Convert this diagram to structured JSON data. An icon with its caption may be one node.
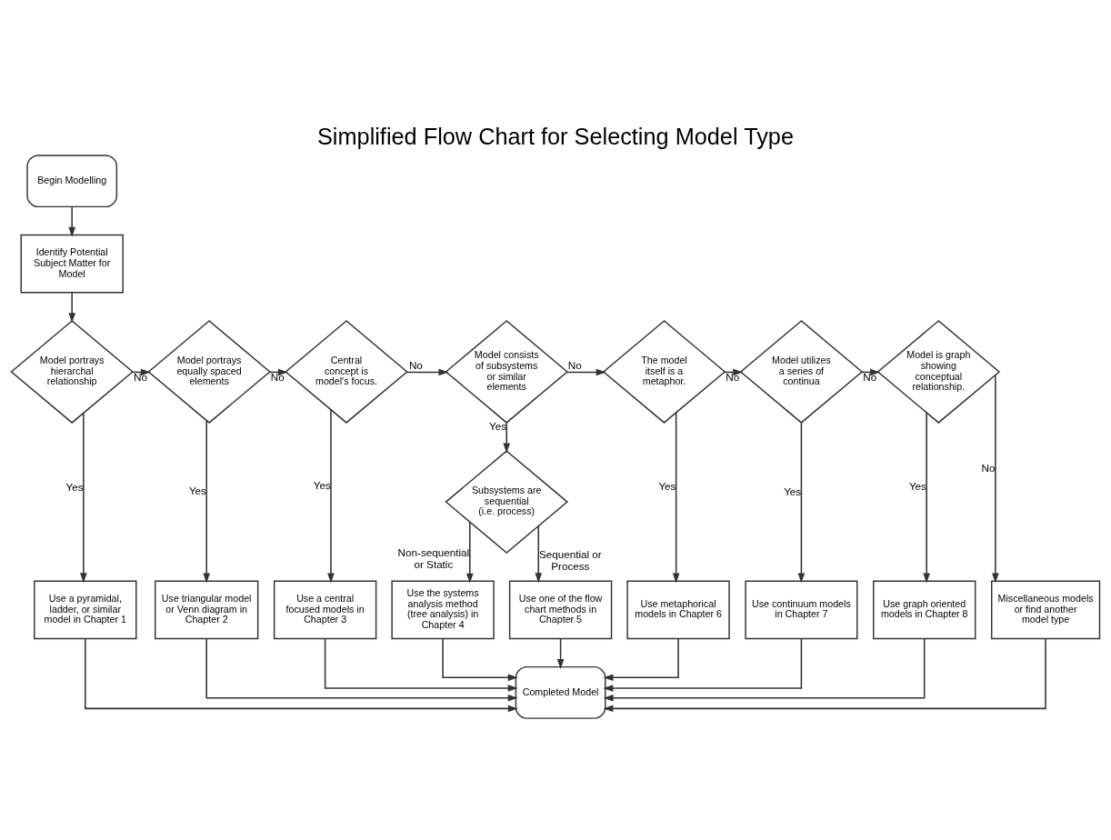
{
  "diagram": {
    "title": "Simplified Flow Chart for Selecting Model Type",
    "nodes": [
      {
        "text": [
          "Begin Modelling"
        ]
      },
      {
        "text": [
          "Identify Potential Subject Matter for Model"
        ]
      },
      {
        "text": [
          "Model portrays hierarchal relationship"
        ]
      },
      {
        "text": [
          "Model portrays equally spaced elements"
        ]
      },
      {
        "text": [
          "Central concept is model's focus."
        ]
      },
      {
        "text": [
          "Model consists of subsystems or similar elements"
        ]
      },
      {
        "text": [
          "The model itself is a metaphor."
        ]
      },
      {
        "text": [
          "Model utilizes a series of continua"
        ]
      },
      {
        "text": [
          "Model is graph showing conceptual relationship."
        ]
      },
      {
        "text": [
          "Subsystems are sequential (i.e. process)"
        ]
      },
      {
        "text": [
          "Use a pyramidal, ladder, or similar model in Chapter 1"
        ]
      },
      {
        "text": [
          "Use triangular model or Venn diagram in Chapter 2"
        ]
      },
      {
        "text": [
          "Use a central focused models in Chapter 3"
        ]
      },
      {
        "text": [
          "Use the systems analysis method (tree analysis) in Chapter 4"
        ]
      },
      {
        "text": [
          "Use one of the flow chart methods in Chapter 5"
        ]
      },
      {
        "text": [
          "Use metaphorical models in Chapter 6"
        ]
      },
      {
        "text": [
          "Use continuum models in Chapter 7"
        ]
      },
      {
        "text": [
          "Use graph oriented models in Chapter 8"
        ]
      },
      {
        "text": [
          "Miscellaneous models or find another model type"
        ]
      },
      {
        "text": [
          "Completed Model"
        ]
      }
    ],
    "edges": [
      {
        "from": 0,
        "to": 1,
        "arrow": "to"
      },
      {
        "from": 1,
        "to": 2,
        "arrow": "to"
      },
      {
        "from": 2,
        "to": 3,
        "arrow": "to",
        "label": "No"
      },
      {
        "from": 3,
        "to": 4,
        "arrow": "to",
        "label": "No"
      },
      {
        "from": 4,
        "to": 5,
        "arrow": "to",
        "label": "No"
      },
      {
        "from": 5,
        "to": 6,
        "arrow": "to",
        "label": "No"
      },
      {
        "from": 6,
        "to": 7,
        "arrow": "to",
        "label": "No"
      },
      {
        "from": 7,
        "to": 8,
        "arrow": "to",
        "label": "No"
      },
      {
        "from": 2,
        "to": 10,
        "arrow": "to",
        "label": "Yes"
      },
      {
        "from": 3,
        "to": 11,
        "arrow": "to",
        "label": "Yes"
      },
      {
        "from": 4,
        "to": 12,
        "arrow": "to",
        "label": "Yes"
      },
      {
        "from": 5,
        "to": 9,
        "arrow": "to",
        "label": "Yes"
      },
      {
        "from": 9,
        "to": 13,
        "arrow": "to",
        "label": "Non-sequential or Static"
      },
      {
        "from": 9,
        "to": 14,
        "arrow": "to",
        "label": "Sequential or Process"
      },
      {
        "from": 6,
        "to": 15,
        "arrow": "to",
        "label": "Yes"
      },
      {
        "from": 7,
        "to": 16,
        "arrow": "to",
        "label": "Yes"
      },
      {
        "from": 8,
        "to": 17,
        "arrow": "to",
        "label": "Yes"
      },
      {
        "from": 8,
        "to": 18,
        "arrow": "to",
        "label": "No"
      },
      {
        "from": 10,
        "to": 19,
        "arrow": "to"
      },
      {
        "from": 11,
        "to": 19,
        "arrow": "to"
      },
      {
        "from": 12,
        "to": 19,
        "arrow": "to"
      },
      {
        "from": 13,
        "to": 19,
        "arrow": "to"
      },
      {
        "from": 14,
        "to": 19,
        "arrow": "to"
      },
      {
        "from": 15,
        "to": 19,
        "arrow": "to"
      },
      {
        "from": 16,
        "to": 19,
        "arrow": "to"
      },
      {
        "from": 17,
        "to": 19,
        "arrow": "to"
      },
      {
        "from": 18,
        "to": 19,
        "arrow": "to"
      }
    ]
  }
}
